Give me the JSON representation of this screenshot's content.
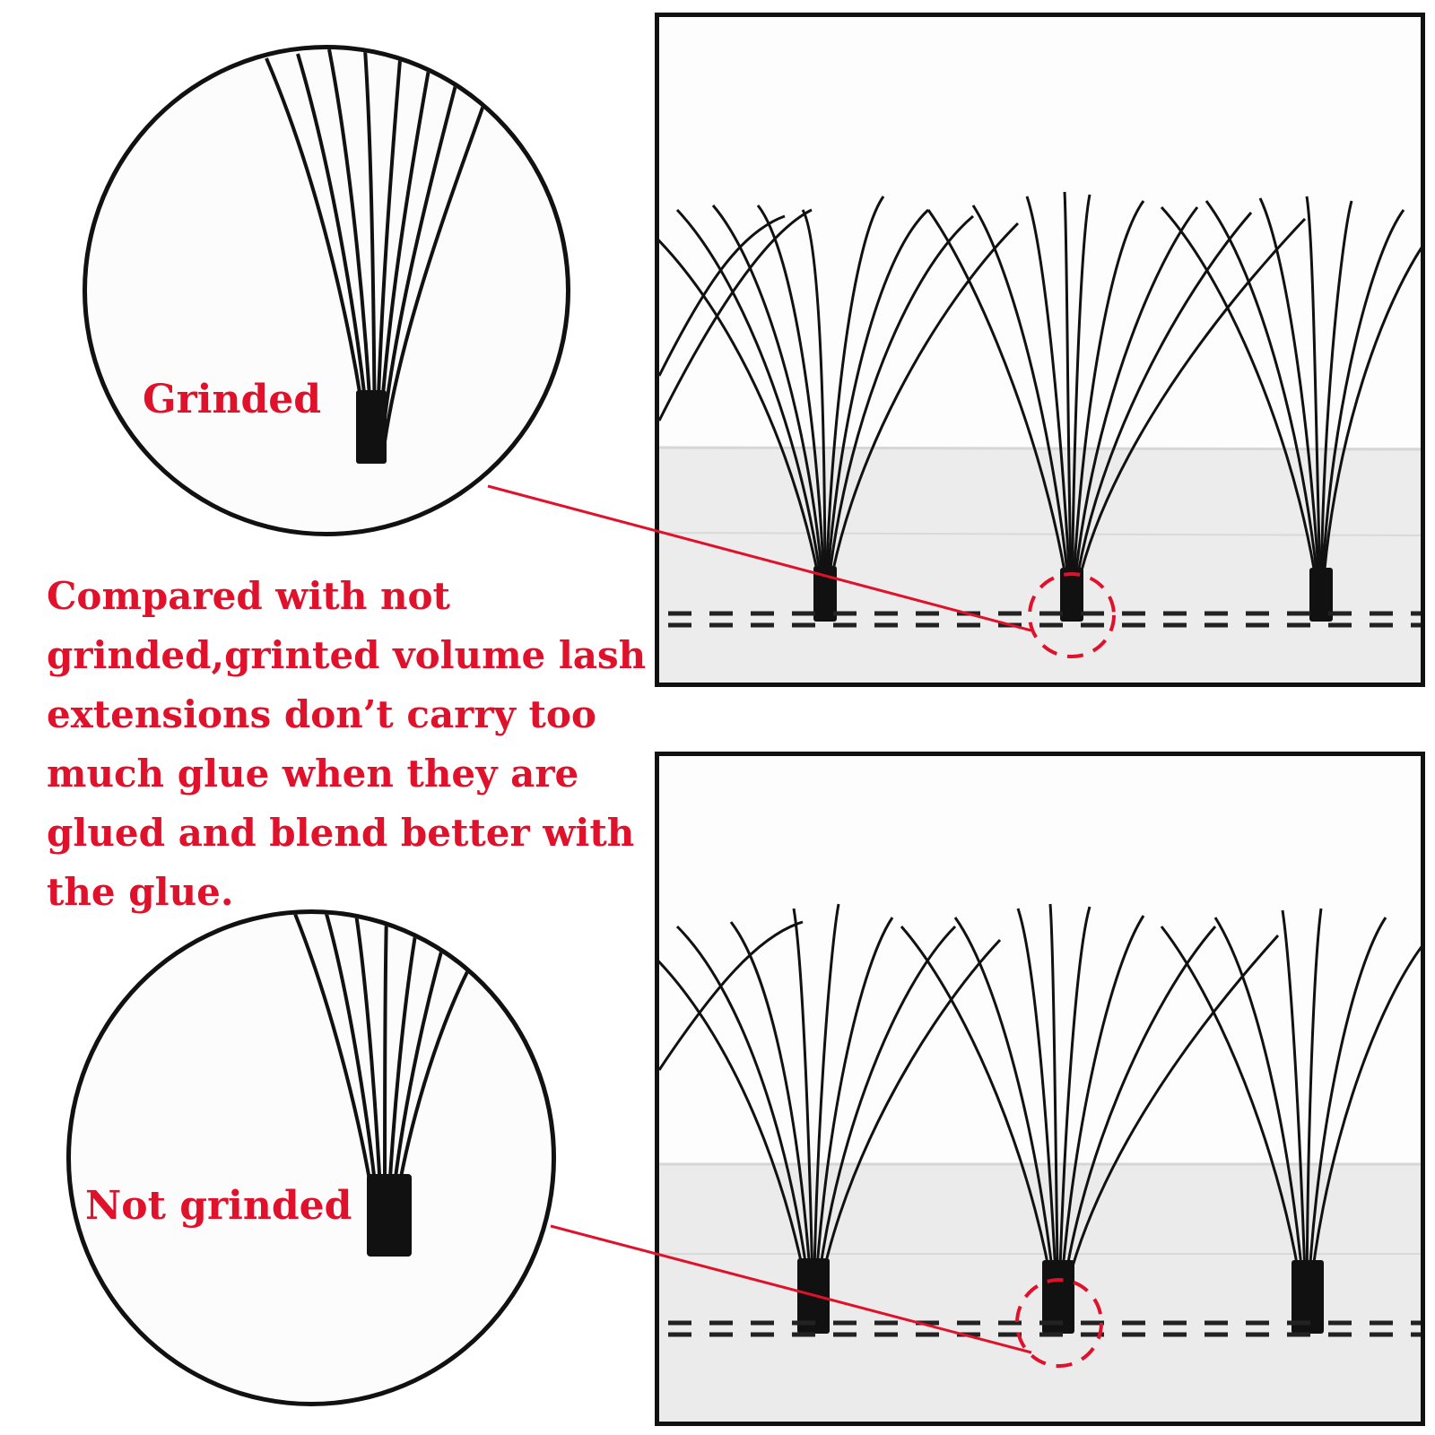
{
  "labels": {
    "grinded": "Grinded",
    "not_grinded": "Not grinded"
  },
  "description": "Compared with not grinded,grinted volume lash extensions don’t carry too much glue when they are glued and blend better with the glue.",
  "colors": {
    "text_accent": "#e0112b",
    "callout_line": "#e0112b",
    "lash": "#111111",
    "frame": "#111111"
  }
}
